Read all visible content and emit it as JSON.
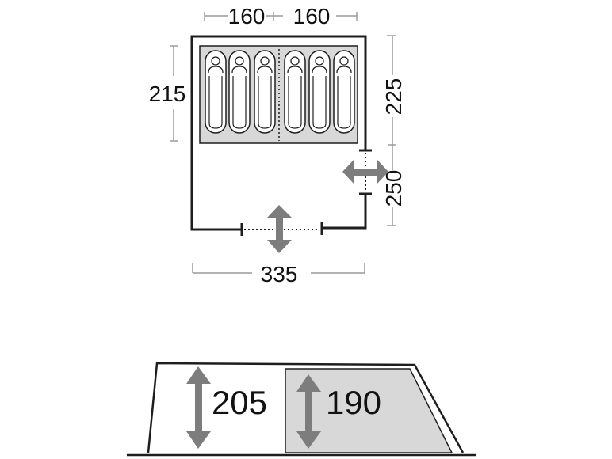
{
  "colors": {
    "outline": "#1e1e1e",
    "inner_fill": "#d8d8d8",
    "arrow": "#7d7d7d",
    "dim_line": "#9a9a9a",
    "text": "#111111",
    "background": "#ffffff"
  },
  "floorplan": {
    "dims": {
      "top_left": "160",
      "top_right": "160",
      "left": "215",
      "right_upper": "225",
      "right_lower": "250",
      "bottom": "335"
    },
    "sleeping_bags": 6,
    "icons": {
      "sleeper": "sleeper-icon",
      "door_arrow": "double-arrow-icon"
    }
  },
  "side_view": {
    "dims": {
      "outer_height": "205",
      "inner_height": "190"
    }
  }
}
